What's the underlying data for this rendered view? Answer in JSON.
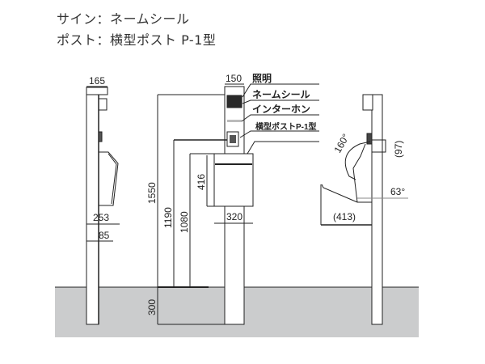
{
  "header": {
    "sign_line": "サイン：ネームシール",
    "post_line": "ポスト：横型ポスト P-1型"
  },
  "labels": {
    "lighting": "照明",
    "name_sticker": "ネームシール",
    "intercom": "インターホン",
    "mailbox": "横型ポストP-1型"
  },
  "dimensions": {
    "side_width": "165",
    "side_depth": "253",
    "post_depth": "85",
    "front_width": "150",
    "total_height": "1550",
    "intercom_height": "1190",
    "mailbox_top_height": "1080",
    "mailbox_height": "416",
    "mailbox_width": "320",
    "embed_depth": "300",
    "open_angle": "160°",
    "flap_angle": "63°",
    "flap_depth": "(413)",
    "intercom_depth": "(97)"
  },
  "colors": {
    "ground": "#cbcccd",
    "line": "#222222"
  }
}
